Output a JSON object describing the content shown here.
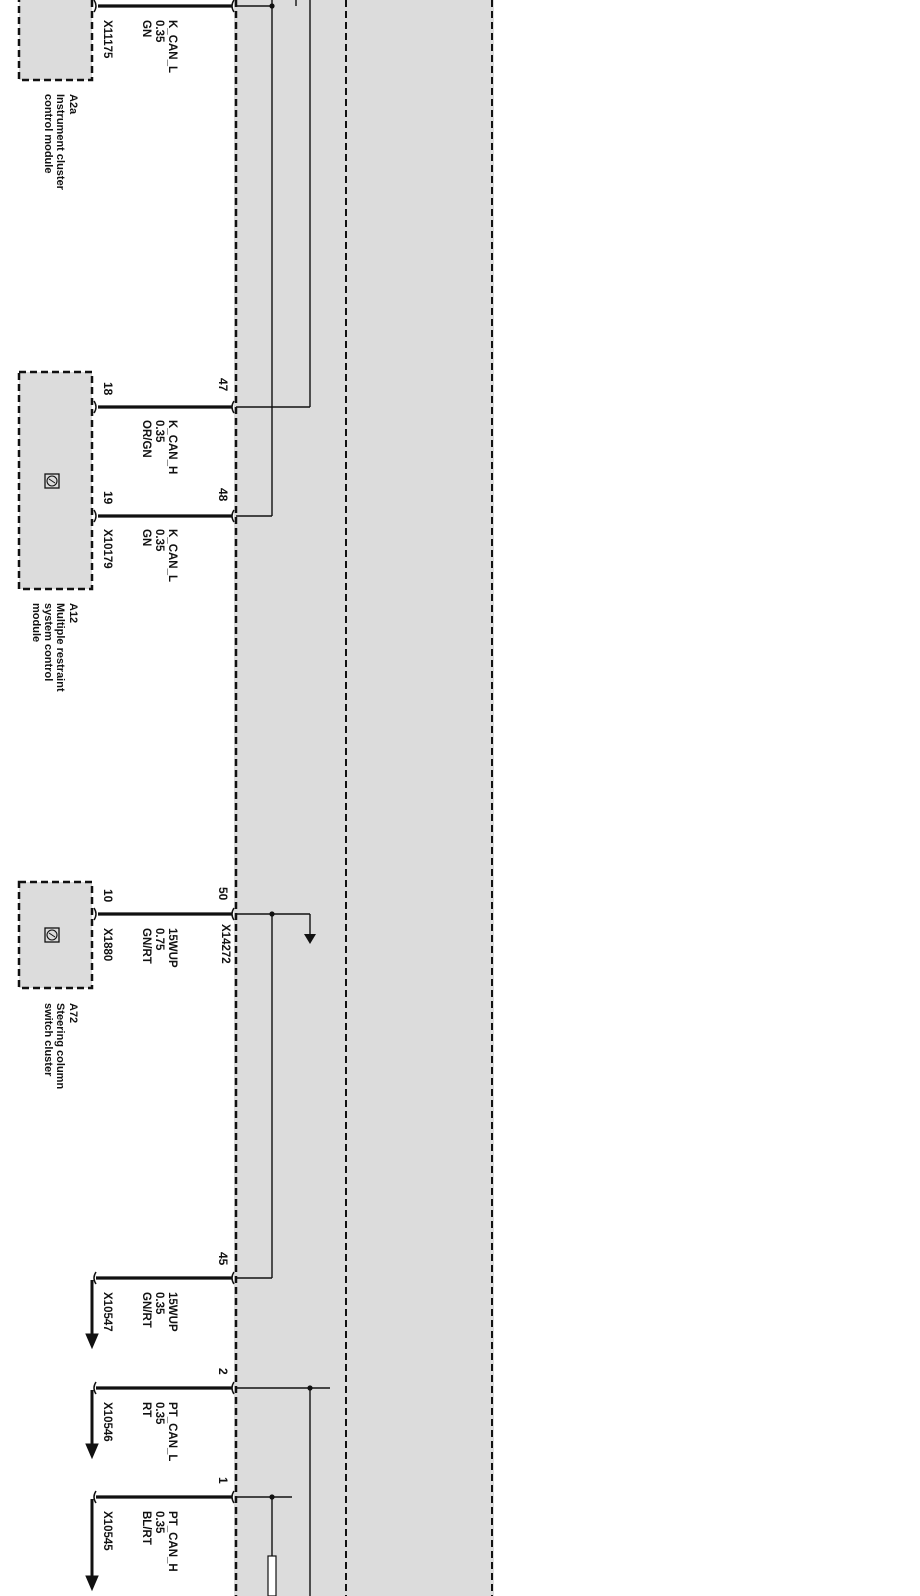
{
  "colors": {
    "panel_fill": "#dcdcdc",
    "wire": "#111111",
    "background": "#ffffff"
  },
  "modules": [
    {
      "id": "A2a",
      "name_lines": [
        "Instrument cluster",
        "control module"
      ],
      "connector": "X11175"
    },
    {
      "id": "A12",
      "name_lines": [
        "Multiple restraint",
        "system control",
        "module"
      ],
      "connector": "X10179"
    },
    {
      "id": "A72",
      "name_lines": [
        "Steering column",
        "switch cluster"
      ],
      "connector": "X1880"
    }
  ],
  "wires": [
    {
      "signal": "K_CAN_L",
      "gauge": "0.35",
      "color": "GN",
      "module_pin": "",
      "panel_pin": ""
    },
    {
      "signal": "K_CAN_H",
      "gauge": "0.35",
      "color": "OR/GN",
      "module_pin": "18",
      "panel_pin": "47"
    },
    {
      "signal": "K_CAN_L",
      "gauge": "0.35",
      "color": "GN",
      "module_pin": "19",
      "panel_pin": "48"
    },
    {
      "signal": "15WUP",
      "gauge": "0.75",
      "color": "GN/RT",
      "module_pin": "10",
      "panel_pin": "50",
      "connector": "X14272"
    },
    {
      "signal": "15WUP",
      "gauge": "0.35",
      "color": "GN/RT",
      "panel_pin": "45",
      "connector": "X10547"
    },
    {
      "signal": "PT_CAN_L",
      "gauge": "0.35",
      "color": "RT",
      "panel_pin": "2",
      "connector": "X10546"
    },
    {
      "signal": "PT_CAN_H",
      "gauge": "0.35",
      "color": "BL/RT",
      "panel_pin": "1",
      "connector": "X10545"
    }
  ]
}
